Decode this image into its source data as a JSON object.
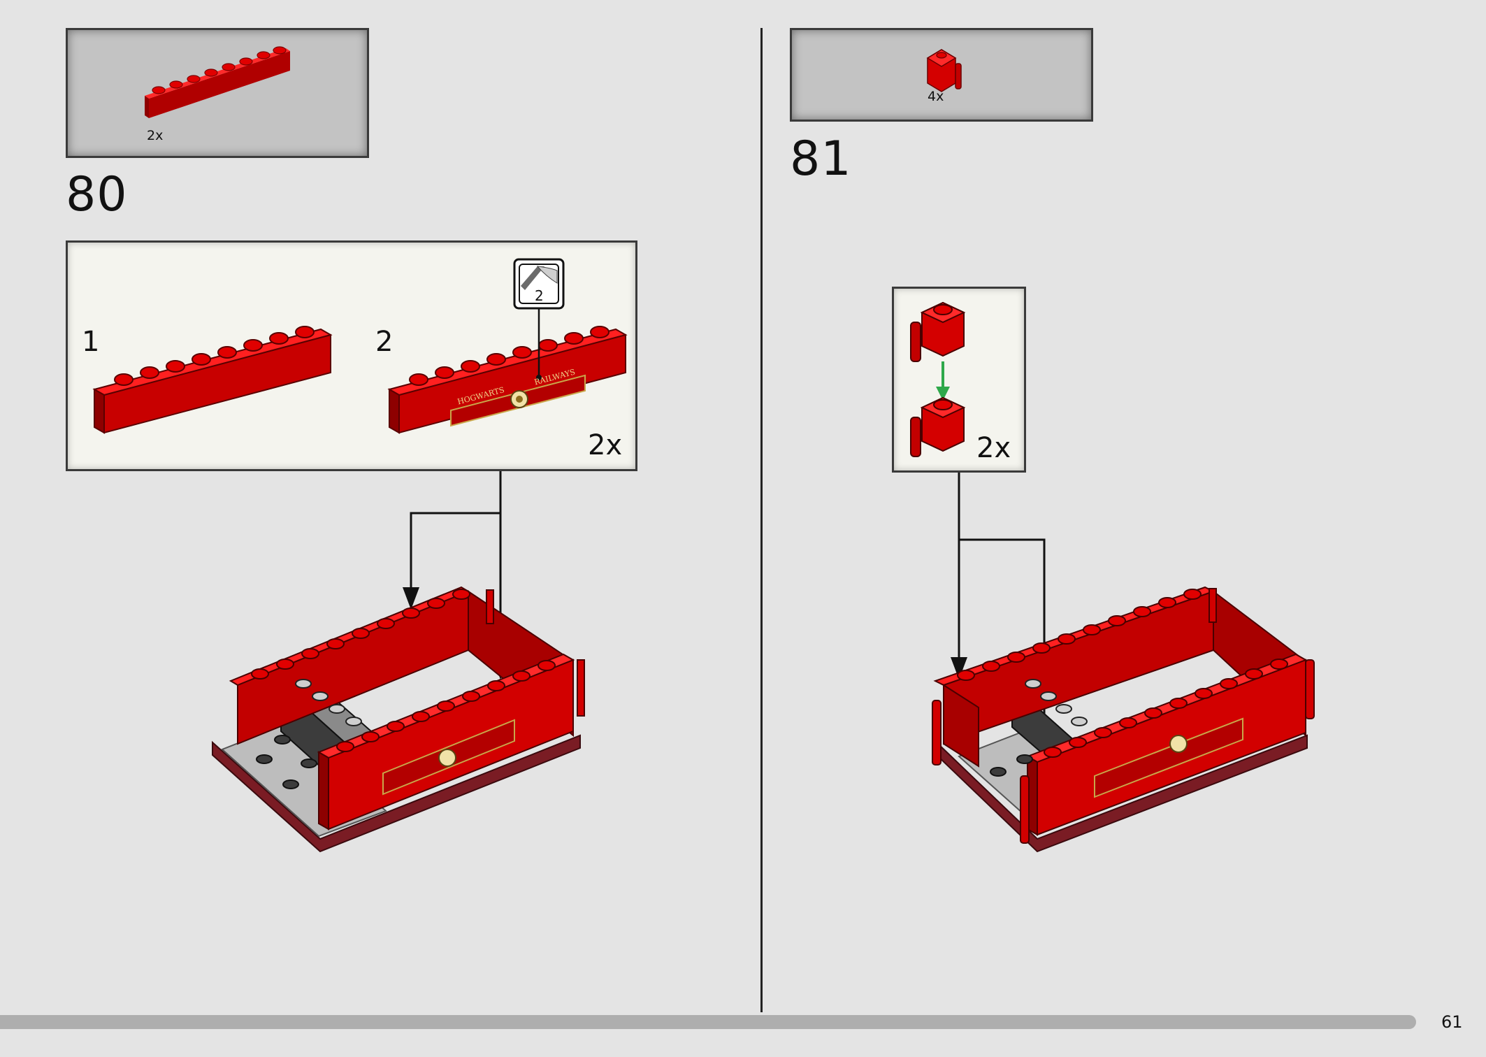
{
  "page": {
    "number": "61"
  },
  "step80": {
    "number": "80",
    "parts_qty": "2x",
    "sub_step_1": "1",
    "sub_step_2": "2",
    "sub_qty": "2x",
    "sticker_number": "2",
    "sticker_text_left": "HOGWARTS",
    "sticker_text_right": "RAILWAYS"
  },
  "step81": {
    "number": "81",
    "parts_qty": "4x",
    "sub_qty": "2x"
  },
  "colors": {
    "brick_red": "#d40000",
    "brick_dark": "#8e0000",
    "plate_dark_red": "#7a1c24",
    "grey_light": "#bdbdbd",
    "grey_dark": "#3c3c3c",
    "arrow_green": "#2ea84a",
    "background": "#e4e4e4"
  }
}
